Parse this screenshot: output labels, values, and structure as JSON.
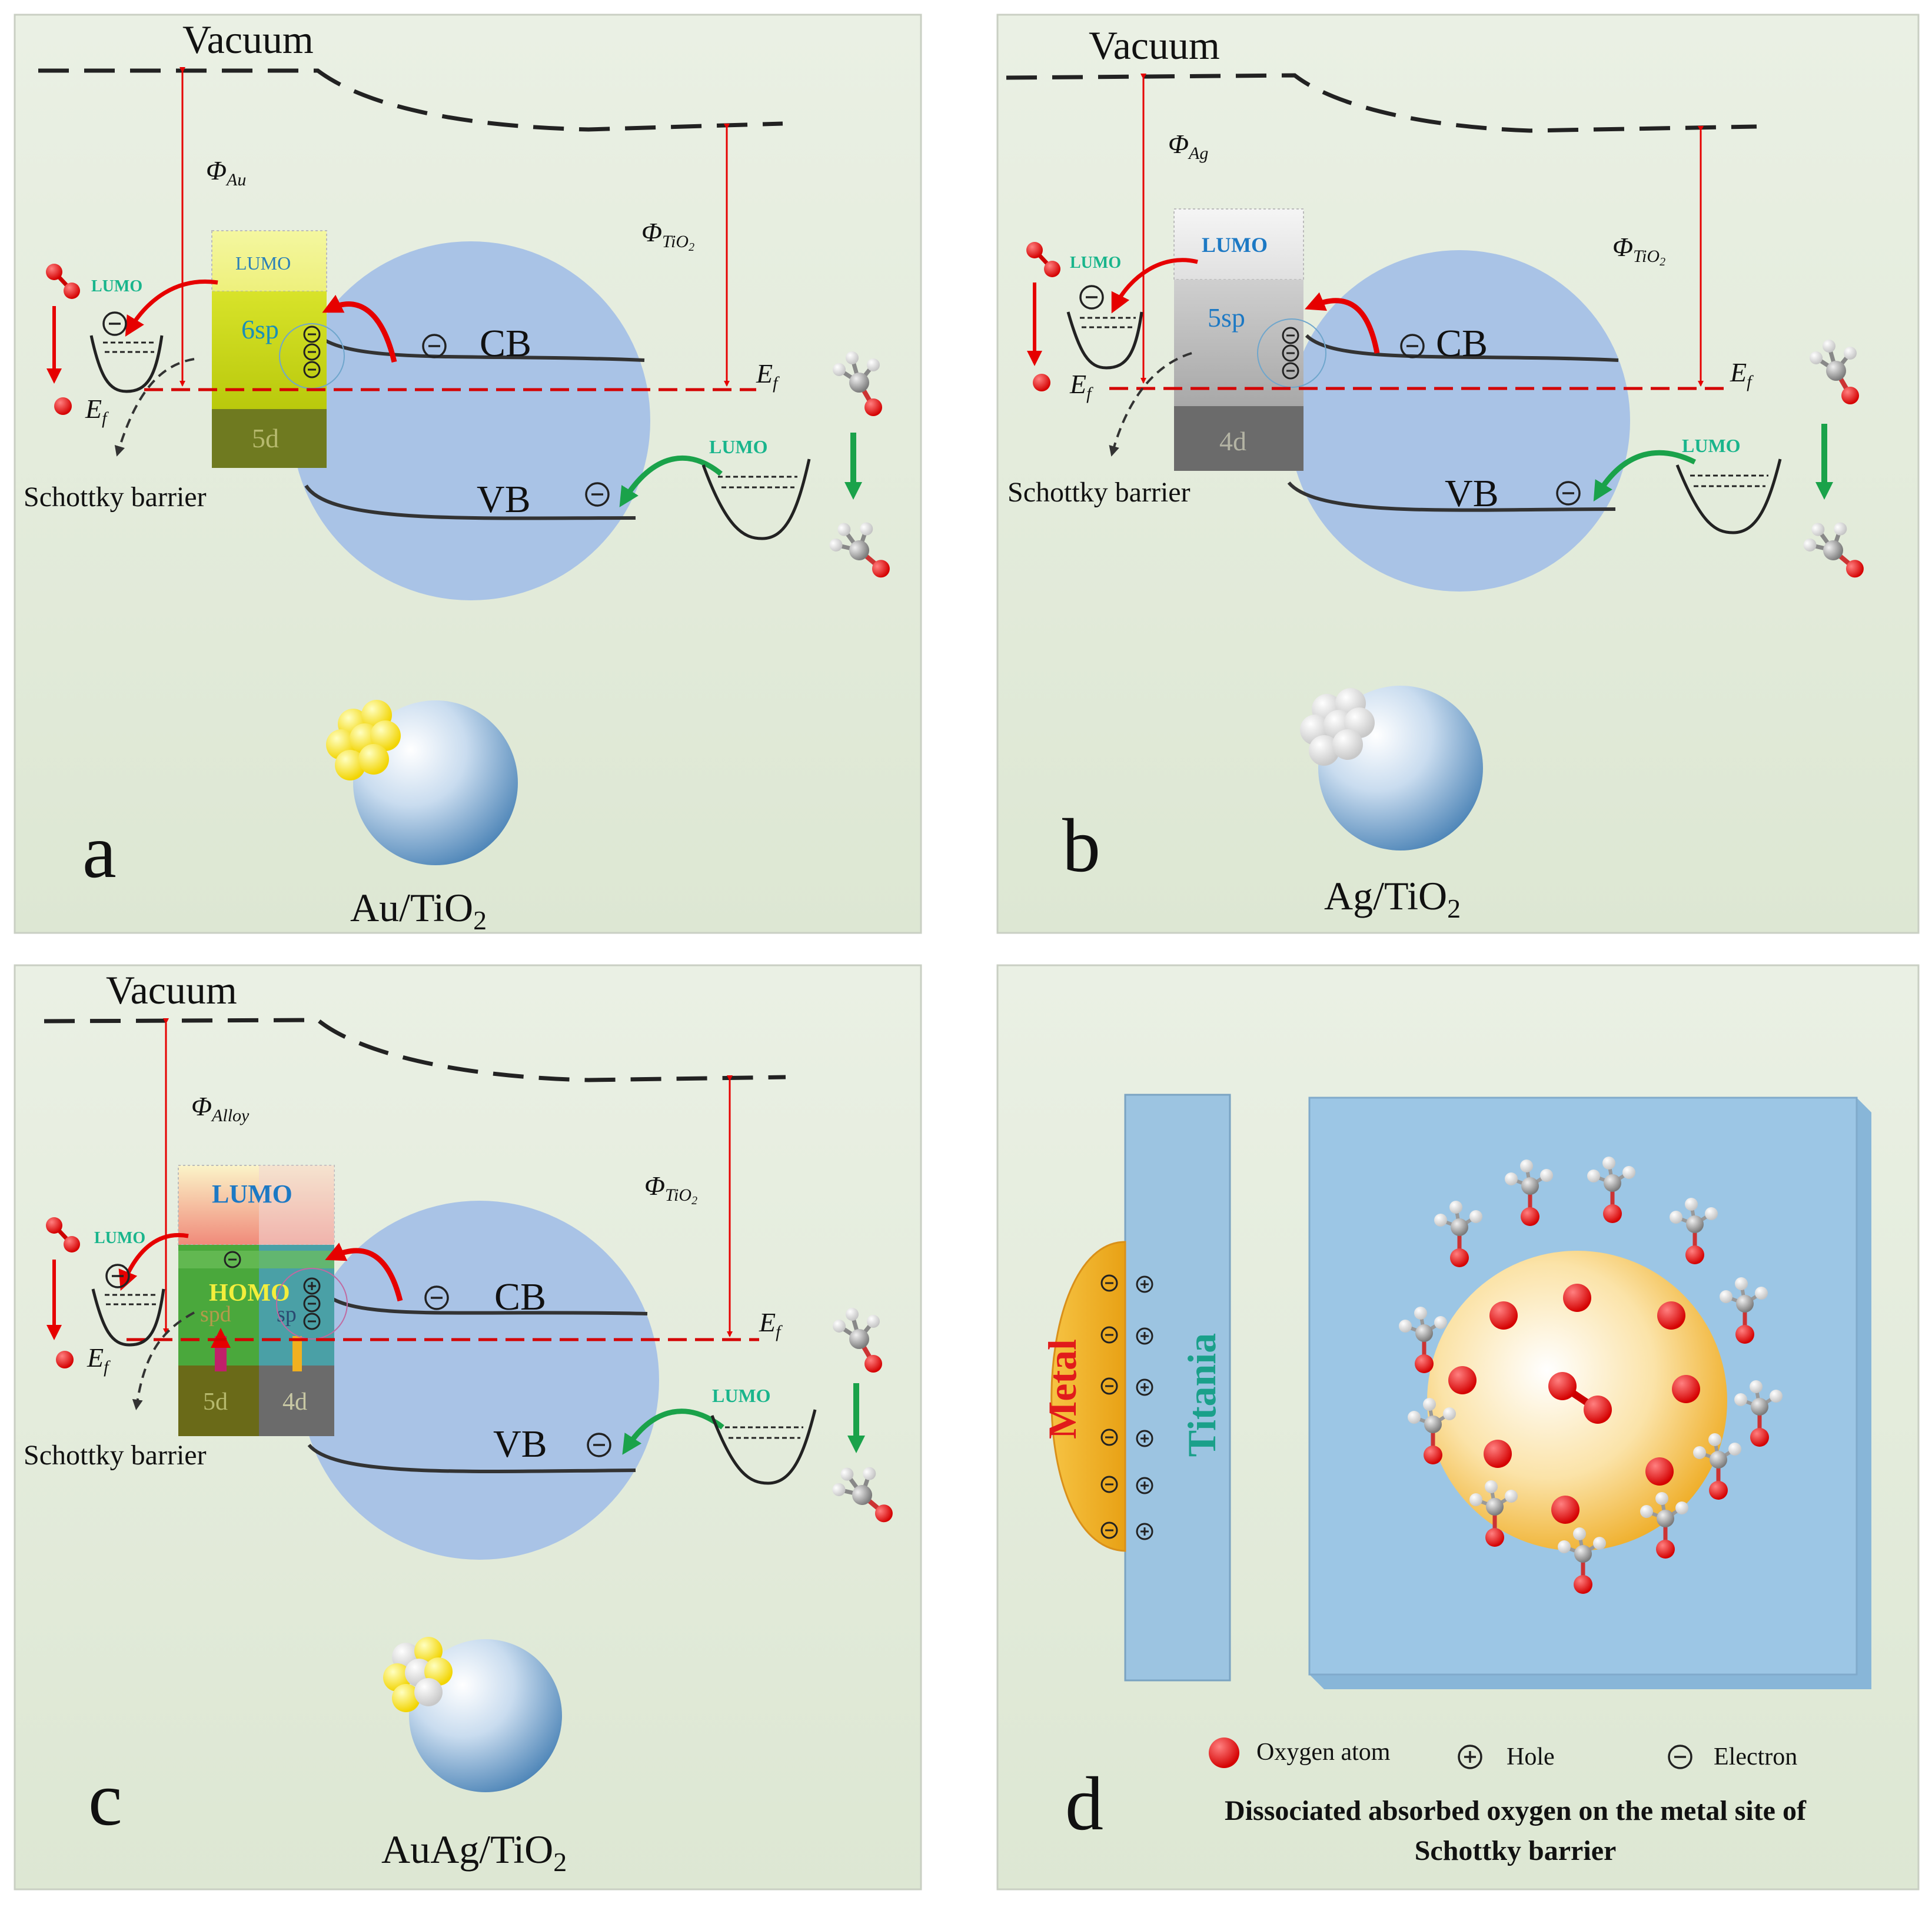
{
  "panels": {
    "a": {
      "letter": "a",
      "vacuum": "Vacuum",
      "phi_metal": "Φ",
      "phi_metal_sub": "Au",
      "phi_tio2": "Φ",
      "phi_tio2_sub": "TiO",
      "phi_tio2_sub2": "2",
      "lumo_box": "LUMO",
      "sp_label": "6sp",
      "d_label": "5d",
      "mol_lumo": "LUMO",
      "cb": "CB",
      "vb": "VB",
      "ef": "E",
      "ef_sub": "f",
      "schottky": "Schottky barrier",
      "right_lumo": "LUMO",
      "caption": "Au/TiO",
      "caption_sub": "2"
    },
    "b": {
      "letter": "b",
      "vacuum": "Vacuum",
      "phi_metal": "Φ",
      "phi_metal_sub": "Ag",
      "phi_tio2": "Φ",
      "phi_tio2_sub": "TiO",
      "phi_tio2_sub2": "2",
      "lumo_box": "LUMO",
      "sp_label": "5sp",
      "d_label": "4d",
      "mol_lumo": "LUMO",
      "cb": "CB",
      "vb": "VB",
      "ef": "E",
      "ef_sub": "f",
      "schottky": "Schottky barrier",
      "right_lumo": "LUMO",
      "caption": "Ag/TiO",
      "caption_sub": "2"
    },
    "c": {
      "letter": "c",
      "vacuum": "Vacuum",
      "phi_metal": "Φ",
      "phi_metal_sub": "Alloy",
      "phi_tio2": "Φ",
      "phi_tio2_sub": "TiO",
      "phi_tio2_sub2": "2",
      "lumo_box": "LUMO",
      "homo": "HOMO",
      "spd": "spd",
      "sp": "sp",
      "d_left": "5d",
      "d_right": "4d",
      "mol_lumo": "LUMO",
      "cb": "CB",
      "vb": "VB",
      "ef": "E",
      "ef_sub": "f",
      "schottky": "Schottky barrier",
      "right_lumo": "LUMO",
      "caption": "AuAg/TiO",
      "caption_sub": "2"
    },
    "d": {
      "letter": "d",
      "metal": "Metal",
      "titania": "Titania",
      "legend_oxygen": "Oxygen atom",
      "legend_hole": "Hole",
      "legend_electron": "Electron",
      "caption_line1": "Dissociated absorbed oxygen on the metal site of",
      "caption_line2": "Schottky barrier"
    }
  },
  "colors": {
    "panel_bg_top": "#e6ede0",
    "panel_bg_bottom": "#dfe8d6",
    "sphere": "#a9c3e6",
    "red": "#e60000",
    "green": "#1aa24a",
    "lumo_green": "#19b58c",
    "lumo_blue": "#1d79c4",
    "titania_blue": "#9cc4e1",
    "metal_orange": "#f2b12a"
  }
}
